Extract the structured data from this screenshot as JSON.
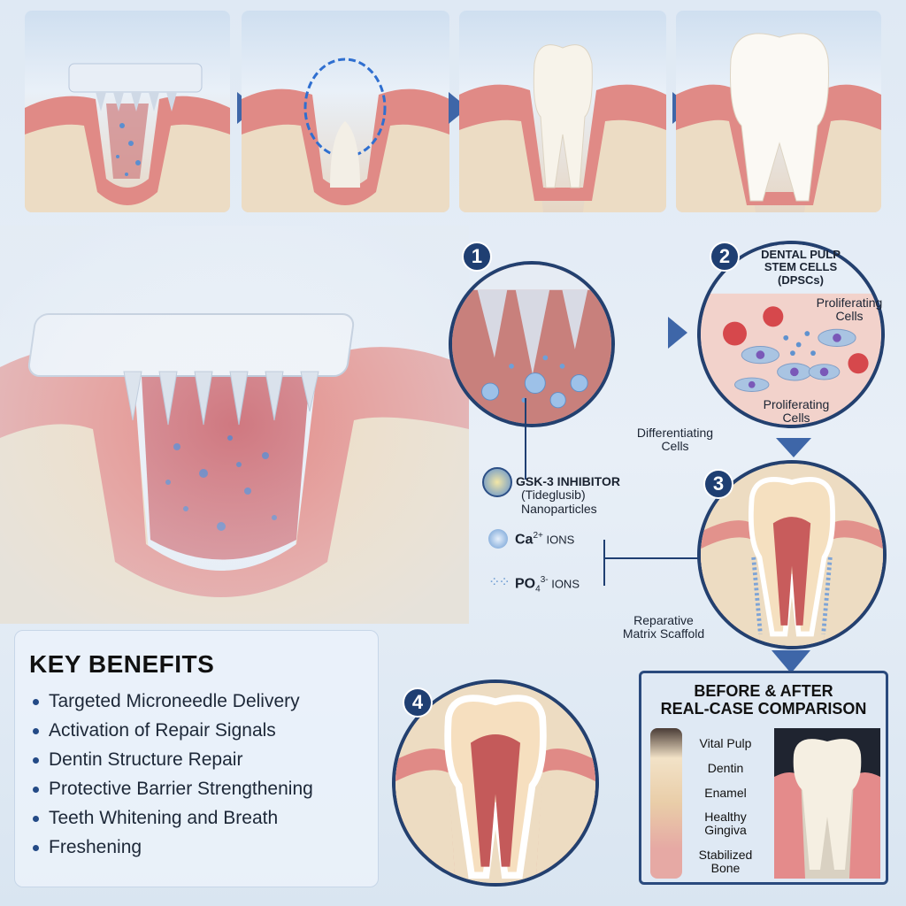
{
  "steps": {
    "one": "1",
    "two": "2",
    "three": "3",
    "four": "4"
  },
  "stem_cells_title": [
    "DENTAL PULP",
    "STEM CELLS",
    "(DPSCs)"
  ],
  "labels": {
    "proliferating_top": [
      "Proliferating",
      "Cells"
    ],
    "proliferating_bottom": [
      "Proliferating",
      "Cells"
    ],
    "differentiating": [
      "Differentiating",
      "Cells"
    ],
    "reparative": [
      "Reparative",
      "Matrix Scaffold"
    ]
  },
  "legend": {
    "gsk_title": "GSK-3 INHIBITOR",
    "gsk_sub1": "(Tideglusib)",
    "gsk_sub2": "Nanoparticles",
    "ca_main": "Ca",
    "ca_sup": "2+",
    "ca_suffix": " IONS",
    "po_main": "PO",
    "po_sub": "4",
    "po_sup": "3-",
    "po_suffix": " IONS"
  },
  "benefits": {
    "title": "KEY BENEFITS",
    "items": [
      "Targeted Microneedle Delivery",
      "Activation of Repair Signals",
      "Dentin Structure Repair",
      "Protective Barrier Strengthening",
      "Teeth Whitening and Breath",
      "Freshening"
    ]
  },
  "comparison": {
    "title": [
      "BEFORE & AFTER",
      "REAL-CASE COMPARISON"
    ],
    "labels": [
      [
        "Vital Pulp"
      ],
      [
        "Dentin"
      ],
      [
        "Enamel"
      ],
      [
        "Healthy",
        "Gingiva"
      ],
      [
        "Stabilized",
        "Bone"
      ]
    ]
  },
  "colors": {
    "accent": "#1f3f72",
    "gum": "#e08a86",
    "bone": "#ecdcc4"
  }
}
